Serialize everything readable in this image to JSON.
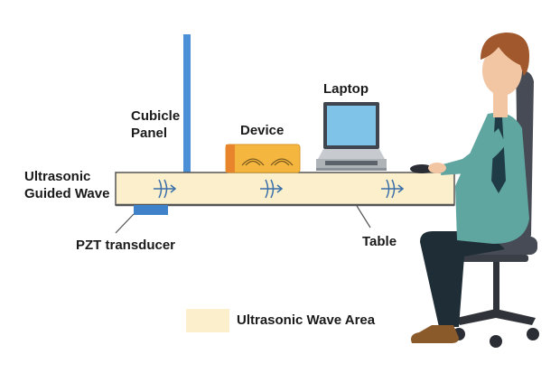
{
  "labels": {
    "cubicle_panel": "Cubicle\nPanel",
    "device": "Device",
    "laptop": "Laptop",
    "guided_wave": "Ultrasonic\nGuided Wave",
    "pzt": "PZT transducer",
    "table": "Table",
    "legend": "Ultrasonic Wave Area"
  },
  "colors": {
    "wave_area": "#fbefcc",
    "table_edge": "#555555",
    "panel": "#4b8fd6",
    "pzt": "#3f82c9",
    "device_body": "#f4b63e",
    "device_accent": "#e8842c",
    "laptop_screen": "#7fc3e8",
    "laptop_frame": "#3f4650",
    "skin": "#f2c6a3",
    "hair": "#a1582c",
    "shirt": "#5fa5a0",
    "tie": "#1f3b46",
    "pants": "#1f2e36",
    "shoe": "#8a5a2b",
    "chair": "#464b55"
  },
  "icons": [
    "wave-arrow-icon",
    "wave-arrow-icon",
    "wave-arrow-icon",
    "mouse-icon"
  ]
}
